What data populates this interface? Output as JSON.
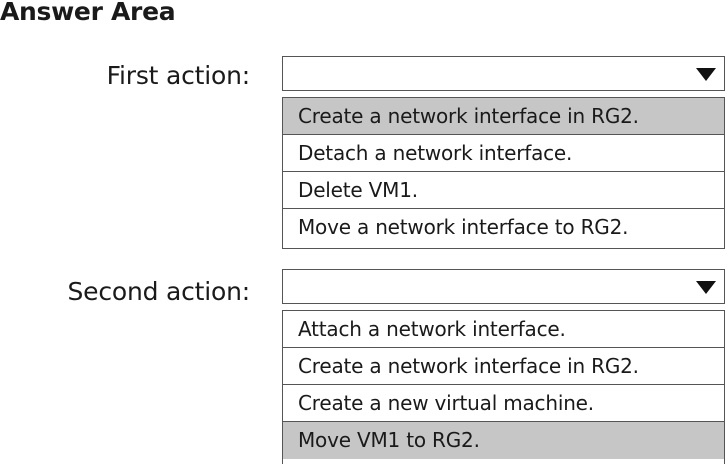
{
  "answer_area": {
    "title": "Answer Area"
  },
  "first_action": {
    "label": "First action:",
    "value": "",
    "options": [
      {
        "label": "Create a network interface in RG2.",
        "highlighted": true
      },
      {
        "label": "Detach a network interface.",
        "highlighted": false
      },
      {
        "label": "Delete VM1.",
        "highlighted": false
      },
      {
        "label": "Move a network interface to RG2.",
        "highlighted": false
      }
    ]
  },
  "second_action": {
    "label": "Second action:",
    "value": "",
    "options": [
      {
        "label": "Attach a network interface.",
        "highlighted": false
      },
      {
        "label": "Create a network interface in RG2.",
        "highlighted": false
      },
      {
        "label": "Create a new virtual machine.",
        "highlighted": false
      },
      {
        "label": "Move VM1 to RG2.",
        "highlighted": true
      }
    ]
  },
  "colors": {
    "highlight": "#c6c6c6",
    "border": "#555555",
    "text": "#1a1a1a"
  },
  "icons": {
    "dropdown_arrow": "triangle-down-icon"
  }
}
